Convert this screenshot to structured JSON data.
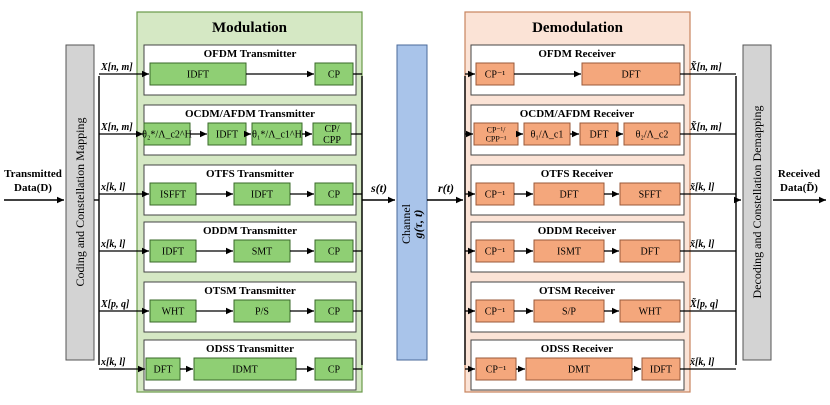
{
  "input": {
    "line1": "Transmitted",
    "line2": "Data(D)"
  },
  "output": {
    "line1": "Received",
    "line2": "Data(D̃)"
  },
  "coding_label": "Coding and Constellation Mapping",
  "decoding_label": "Decoding and Constellation Demapping",
  "modulation_title": "Modulation",
  "demodulation_title": "Demodulation",
  "channel": {
    "line1": "Channel",
    "line2": "g(τ, t)"
  },
  "signal_tx": "s(t)",
  "signal_rx": "r(t)",
  "transmitters": [
    {
      "title": "OFDM Transmitter",
      "input": "X[n, m]",
      "blocks": [
        "IDFT",
        "CP"
      ]
    },
    {
      "title": "OCDM/AFDM Transmitter",
      "input": "X[n, m]",
      "blocks": [
        "θ₂*/Λ_c2^H",
        "IDFT",
        "θ₁*/Λ_c1^H",
        "CP/\nCPP"
      ]
    },
    {
      "title": "OTFS Transmitter",
      "input": "x[k, l]",
      "blocks": [
        "ISFFT",
        "IDFT",
        "CP"
      ]
    },
    {
      "title": "ODDM Transmitter",
      "input": "x[k, l]",
      "blocks": [
        "IDFT",
        "SMT",
        "CP"
      ]
    },
    {
      "title": "OTSM Transmitter",
      "input": "X[p, q]",
      "blocks": [
        "WHT",
        "P/S",
        "CP"
      ]
    },
    {
      "title": "ODSS Transmitter",
      "input": "x[k, l]",
      "blocks": [
        "DFT",
        "IDMT",
        "CP"
      ]
    }
  ],
  "receivers": [
    {
      "title": "OFDM Receiver",
      "output": "X̃[n, m]",
      "blocks": [
        "CP⁻¹",
        "DFT"
      ]
    },
    {
      "title": "OCDM/AFDM Receiver",
      "output": "X̃[n, m]",
      "blocks": [
        "CP⁻¹/\nCPP⁻¹",
        "θ₁/Λ_c1",
        "DFT",
        "θ₂/Λ_c2"
      ]
    },
    {
      "title": "OTFS Receiver",
      "output": "x̃[k, l]",
      "blocks": [
        "CP⁻¹",
        "DFT",
        "SFFT"
      ]
    },
    {
      "title": "ODDM Receiver",
      "output": "x̃[k, l]",
      "blocks": [
        "CP⁻¹",
        "ISMT",
        "DFT"
      ]
    },
    {
      "title": "OTSM Receiver",
      "output": "X̃[p, q]",
      "blocks": [
        "CP⁻¹",
        "S/P",
        "WHT"
      ]
    },
    {
      "title": "ODSS Receiver",
      "output": "x̃[k, l]",
      "blocks": [
        "CP⁻¹",
        "DMT",
        "IDFT"
      ]
    }
  ],
  "colors": {
    "modulation_bg": "#d5e8c4",
    "modulation_border": "#6a9a4a",
    "tx_block": "#8fcf74",
    "demodulation_bg": "#fbe3d6",
    "demodulation_border": "#c8845e",
    "rx_block": "#f4a77c",
    "channel": "#a9c4ea",
    "side_box": "#d3d3d3"
  }
}
